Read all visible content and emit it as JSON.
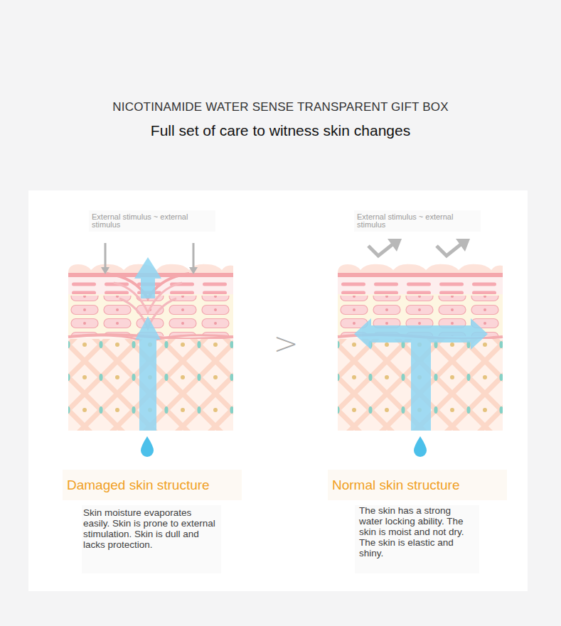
{
  "diagram": {
    "title": "NICOTINAMIDE WATER SENSE TRANSPARENT GIFT BOX",
    "nodes": [
      {
        "text": [
          "Damaged skin structure"
        ]
      },
      {
        "text": [
          "Skin moisture evaporates easily. Skin is prone to external stimulation. Skin is dull and lacks protection."
        ]
      },
      {
        "text": [
          "Normal skin structure"
        ]
      },
      {
        "text": [
          "The skin has a strong water locking ability. The skin is moist and not dry. The skin is elastic and shiny."
        ]
      }
    ],
    "labels": [
      "Full set of care to witness skin changes",
      "External stimulus ~ external stimulus",
      "External stimulus ~ external stimulus",
      ">"
    ]
  }
}
